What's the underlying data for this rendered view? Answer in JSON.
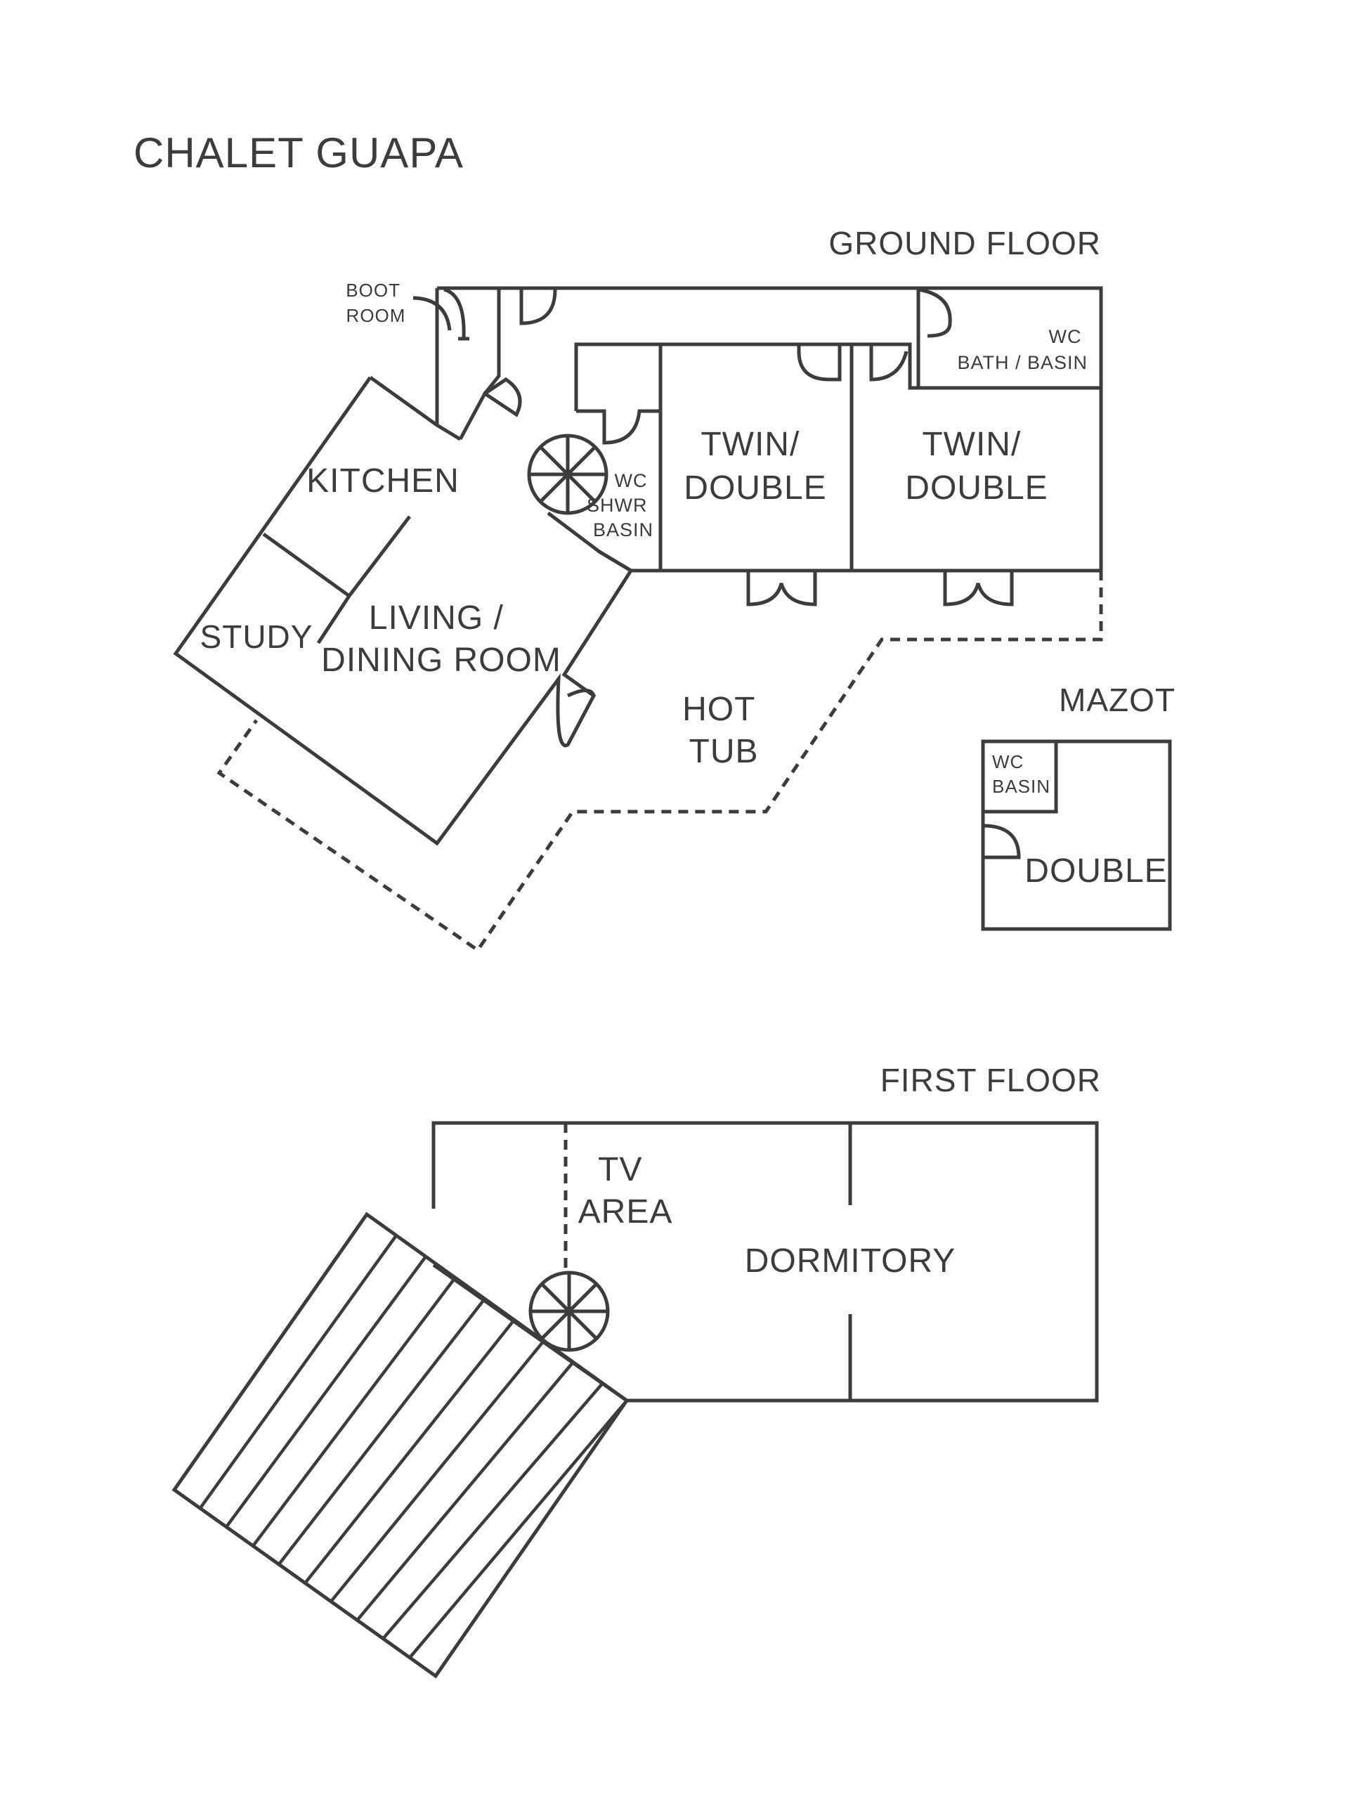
{
  "title": "CHALET GUAPA",
  "ground_floor": {
    "heading": "GROUND FLOOR",
    "rooms": {
      "boot_room_line1": "BOOT",
      "boot_room_line2": "ROOM",
      "kitchen": "KITCHEN",
      "study": "STUDY",
      "living_line1": "LIVING /",
      "living_line2": "DINING ROOM",
      "shower_line1": "WC",
      "shower_line2": "SHWR",
      "shower_line3": "BASIN",
      "twin1_line1": "TWIN/",
      "twin1_line2": "DOUBLE",
      "twin2_line1": "TWIN/",
      "twin2_line2": "DOUBLE",
      "bath_line1": "WC",
      "bath_line2": "BATH / BASIN",
      "hot_tub_line1": "HOT",
      "hot_tub_line2": "TUB"
    }
  },
  "mazot": {
    "heading": "MAZOT",
    "wc_line1": "WC",
    "wc_line2": "BASIN",
    "room": "DOUBLE"
  },
  "first_floor": {
    "heading": "FIRST FLOOR",
    "tv_line1": "TV",
    "tv_line2": "AREA",
    "dormitory": "DORMITORY"
  },
  "colors": {
    "line": "#3c3c3c",
    "background": "#ffffff"
  }
}
